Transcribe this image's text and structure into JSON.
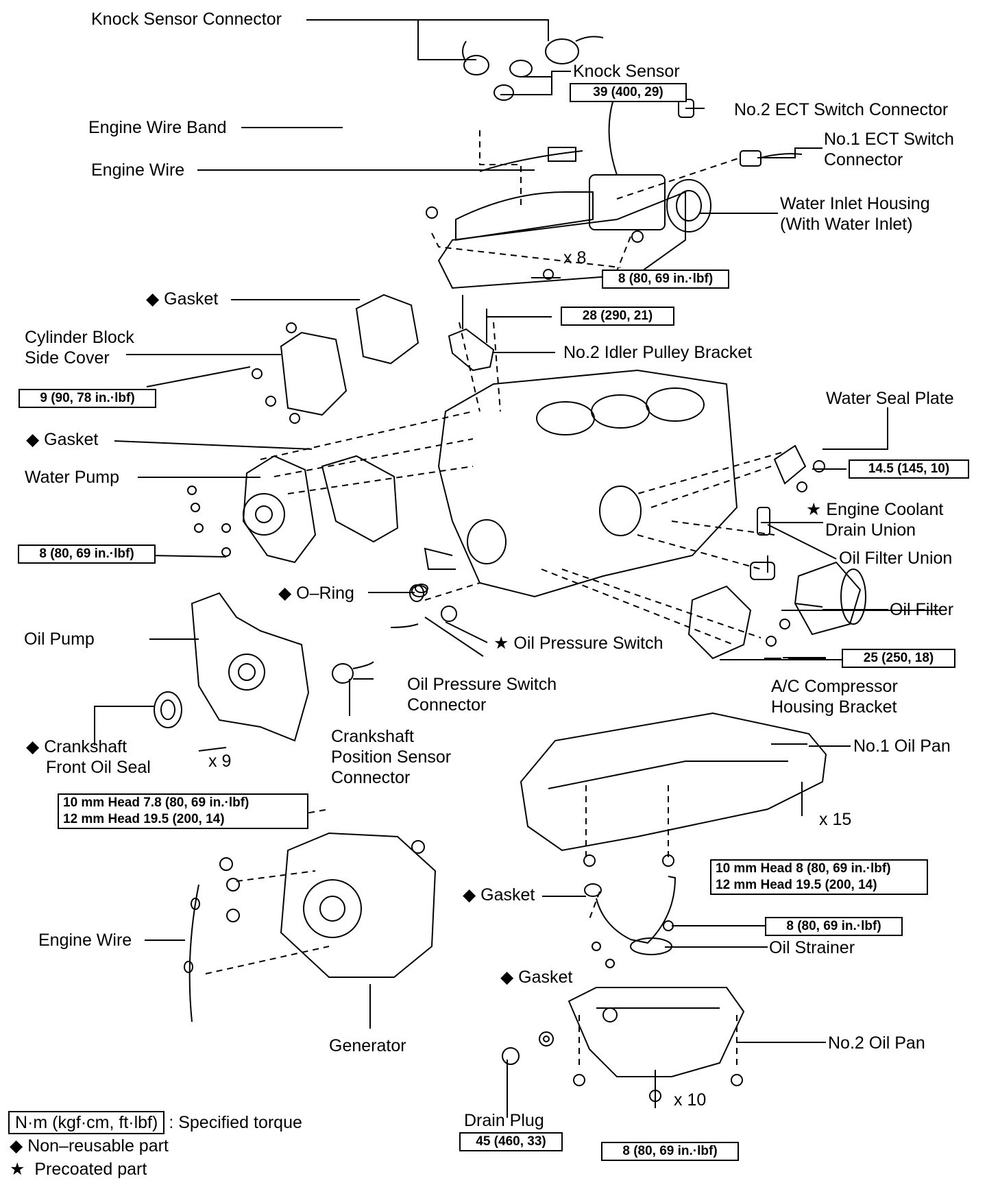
{
  "labels": {
    "knock_sensor_connector": "Knock Sensor Connector",
    "knock_sensor": "Knock Sensor",
    "no2_ect_switch_connector": "No.2 ECT Switch Connector",
    "no1_ect_switch_connector": [
      "No.1 ECT Switch",
      "Connector"
    ],
    "engine_wire_band": "Engine Wire Band",
    "engine_wire_top": "Engine Wire",
    "water_inlet_housing": [
      "Water Inlet Housing",
      "(With Water Inlet)"
    ],
    "x8": "x 8",
    "gasket_side_cover": "Gasket",
    "cylinder_block_side_cover": [
      "Cylinder Block",
      "Side Cover"
    ],
    "no2_idler_pulley_bracket": "No.2 Idler Pulley Bracket",
    "water_seal_plate": "Water Seal Plate",
    "gasket_water_pump": "Gasket",
    "water_pump": "Water Pump",
    "engine_coolant_drain_union": [
      "Engine Coolant",
      "Drain Union"
    ],
    "oil_filter_union": "Oil Filter Union",
    "o_ring": "O–Ring",
    "oil_filter": "Oil Filter",
    "oil_pump": "Oil Pump",
    "oil_pressure_switch": "Oil Pressure Switch",
    "oil_pressure_switch_connector": [
      "Oil Pressure Switch",
      "Connector"
    ],
    "ac_compressor_housing_bracket": [
      "A/C Compressor",
      "Housing Bracket"
    ],
    "crankshaft_front_oil_seal": [
      "Crankshaft",
      "Front Oil Seal"
    ],
    "x9": "x 9",
    "crankshaft_position_sensor_connector": [
      "Crankshaft",
      "Position Sensor",
      "Connector"
    ],
    "no1_oil_pan": "No.1 Oil Pan",
    "x15": "x 15",
    "gasket_strainer": "Gasket",
    "engine_wire_bottom": "Engine Wire",
    "oil_strainer": "Oil Strainer",
    "gasket_drain": "Gasket",
    "no2_oil_pan": "No.2 Oil Pan",
    "generator": "Generator",
    "x10": "x 10",
    "drain_plug": "Drain Plug"
  },
  "torques": {
    "knock_sensor": "39 (400, 29)",
    "water_inlet_housing": "8 (80, 69 in.·lbf)",
    "idler_pulley_bracket": "28 (290, 21)",
    "side_cover": "9 (90, 78 in.·lbf)",
    "water_seal_plate": "14.5 (145, 10)",
    "water_pump": "8 (80, 69 in.·lbf)",
    "ac_bracket": "25 (250, 18)",
    "oil_pump": [
      "10 mm Head 7.8 (80, 69 in.·lbf)",
      "12 mm Head 19.5 (200, 14)"
    ],
    "no1_oil_pan": [
      "10 mm Head 8 (80, 69 in.·lbf)",
      "12 mm Head 19.5 (200, 14)"
    ],
    "oil_strainer": "8 (80, 69 in.·lbf)",
    "drain_plug": "45 (460, 33)",
    "no2_oil_pan": "8 (80, 69 in.·lbf)"
  },
  "legend": {
    "torque_box": "N·m (kgf·cm, ft·lbf)",
    "torque_text": ": Specified torque",
    "non_reusable": "Non–reusable part",
    "precoated": "Precoated part"
  },
  "icons": {
    "non_reusable": "diamond-icon",
    "precoated": "star-icon"
  }
}
